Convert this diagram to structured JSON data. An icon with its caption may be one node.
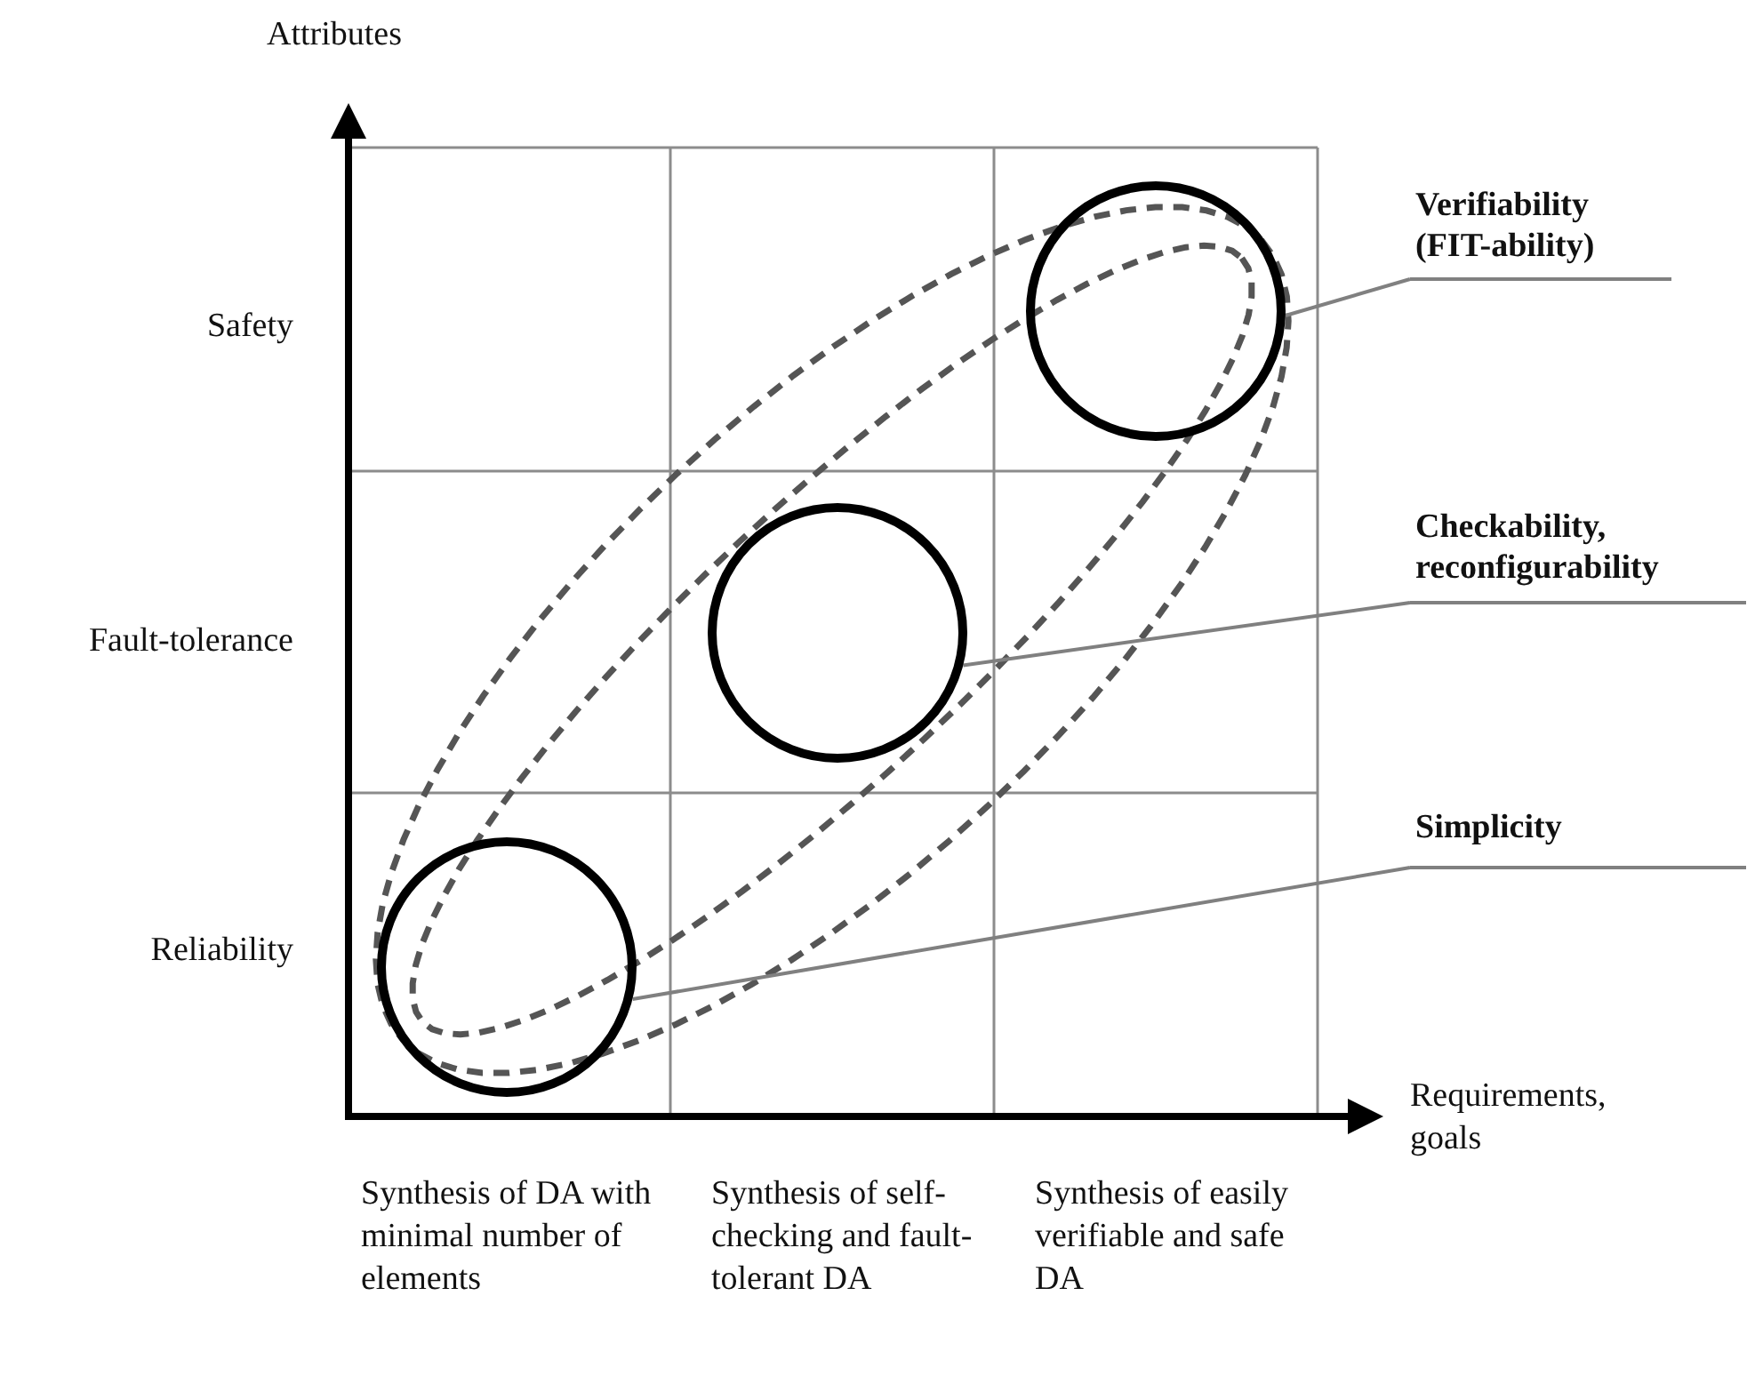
{
  "diagram": {
    "nodes": [
      {
        "text": [
          "Verifiability (FIT-ability)"
        ]
      },
      {
        "text": [
          "Checkability, reconfigurability"
        ]
      },
      {
        "text": [
          "Simplicity"
        ]
      },
      {
        "text": [],
        "shape": "circle"
      },
      {
        "text": [],
        "shape": "circle"
      },
      {
        "text": [],
        "shape": "circle"
      }
    ],
    "edges": [
      {
        "from": 0,
        "to": 5,
        "arrow": "none"
      },
      {
        "from": 1,
        "to": 4,
        "arrow": "none"
      },
      {
        "from": 2,
        "to": 3,
        "arrow": "none"
      }
    ],
    "labels": [
      "Attributes",
      "Safety",
      "Fault-tolerance",
      "Reliability",
      "Requirements, goals",
      "Synthesis of DA with minimal number of elements",
      "Synthesis of self-checking and fault-tolerant DA",
      "Synthesis of easily verifiable and safe DA"
    ]
  }
}
